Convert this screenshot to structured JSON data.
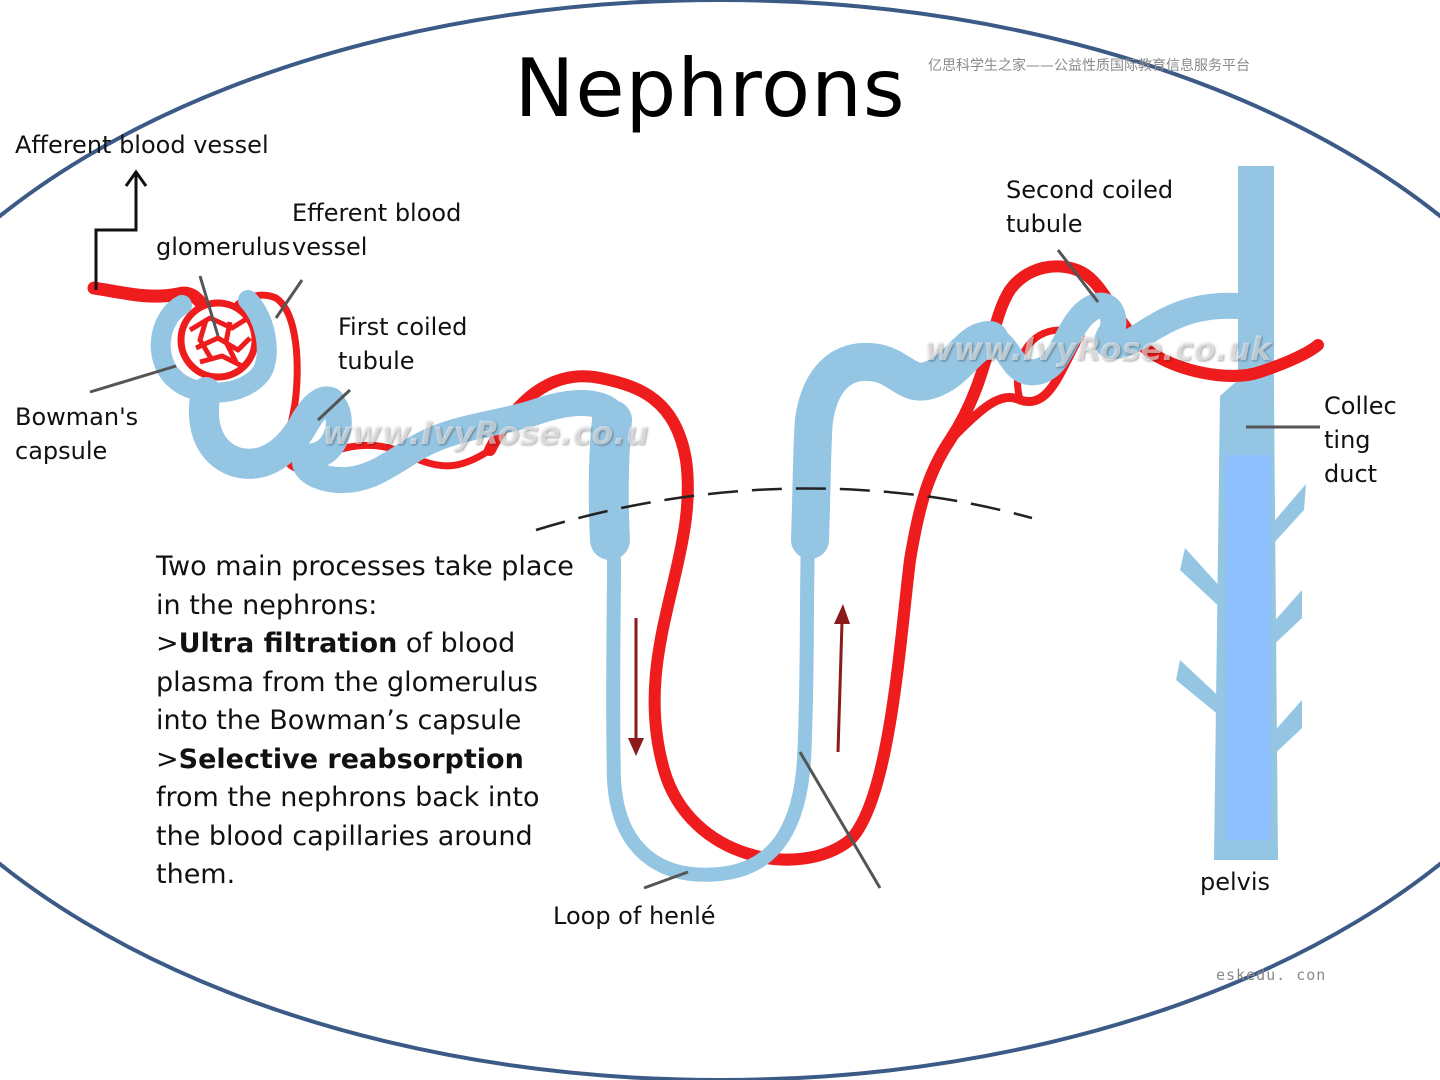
{
  "title": "Nephrons",
  "watermarks": {
    "chinese": "亿思科学生之家——公益性质国际教育信息服务平台",
    "ivyrose": "www.IvyRose.co.uk",
    "ivyrose_partial": "www.IvyRose.co.u",
    "site": "eskedu. con"
  },
  "labels": {
    "afferent": "Afferent blood vessel",
    "efferent": "Efferent blood\nvessel",
    "glomerulus": "glomerulus",
    "bowman": "Bowman's\ncapsule",
    "first_coiled": "First coiled\ntubule",
    "second_coiled": "Second coiled\ntubule",
    "collecting": "Collec\nting\nduct",
    "pelvis": "pelvis",
    "loop": "Loop of henlé"
  },
  "processes": {
    "intro": "Two main processes take place in the nephrons:",
    "p1_marker": ">",
    "p1_bold": "Ultra filtration",
    "p1_rest": " of blood plasma from the glomerulus into the Bowman’s capsule",
    "p2_marker": ">",
    "p2_bold": "Selective reabsorption",
    "p2_rest": " from the nephrons back into the blood capillaries around them."
  },
  "colors": {
    "blood": "#ee1c1c",
    "tubule": "#94c5e3",
    "collecting_inner": "#8ec0ff",
    "frame": "#3b5a86",
    "arrow": "#8b1a1a"
  }
}
